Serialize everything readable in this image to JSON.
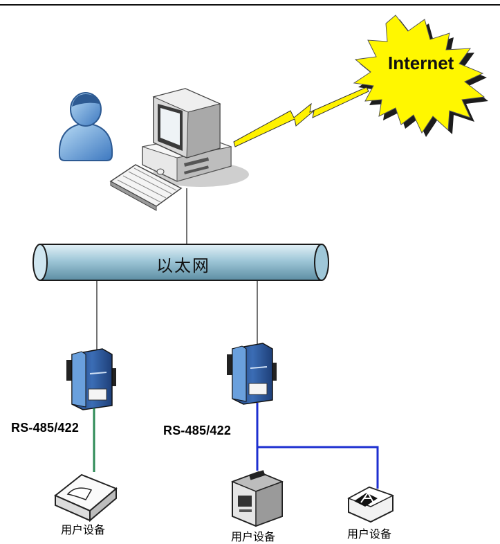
{
  "internet_label": "Internet",
  "network_label": "以太网",
  "interfaces": [
    "RS-485/422",
    "RS-485/422"
  ],
  "devices": [
    "用户设备",
    "用户设备",
    "用户设备"
  ],
  "colors": {
    "pipe": "#9fc7d8",
    "pipe_outline": "#1a1a1a",
    "burst": "#fff700",
    "lightning": "#fff200",
    "green_link": "#2e8b57",
    "blue_link": "#1d2fd0",
    "server": "#2f5fa0"
  }
}
